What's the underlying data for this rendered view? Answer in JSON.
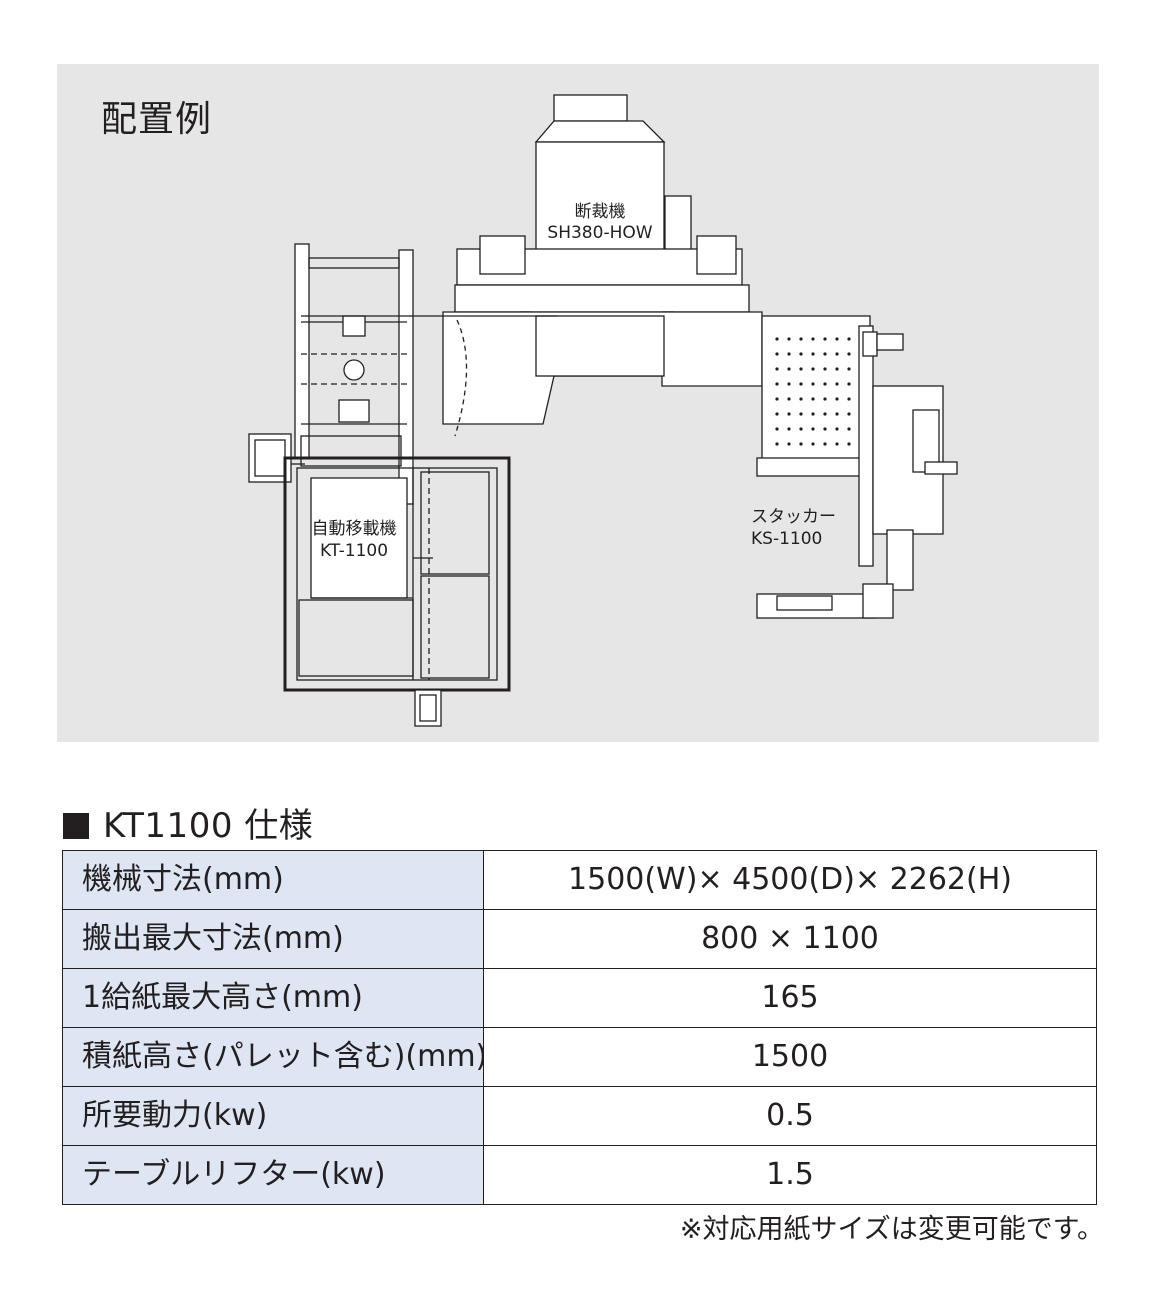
{
  "layout_section": {
    "title": "配置例",
    "machines": {
      "cutter_name": "断裁機",
      "cutter_model": "SH380-HOW",
      "transfer_name": "自動移載機",
      "transfer_model": "KT-1100",
      "stacker_name": "スタッカー",
      "stacker_model": "KS-1100"
    }
  },
  "spec_section": {
    "heading": "KT1100 仕様",
    "rows": [
      {
        "label": "機械寸法(mm)",
        "value": "1500(W)× 4500(D)× 2262(H)"
      },
      {
        "label": "搬出最大寸法(mm)",
        "value": "800 × 1100"
      },
      {
        "label": "1給紙最大高さ(mm)",
        "value": "165"
      },
      {
        "label": "積紙高さ(パレット含む)(mm)",
        "value": "1500"
      },
      {
        "label": "所要動力(kw)",
        "value": "0.5"
      },
      {
        "label": "テーブルリフター(kw)",
        "value": "1.5"
      }
    ],
    "footnote": "※対応用紙サイズは変更可能です。"
  },
  "colors": {
    "panel_background": "#e6e6e6",
    "label_cell_background": "#dde6f2",
    "line_color": "#231f20"
  }
}
